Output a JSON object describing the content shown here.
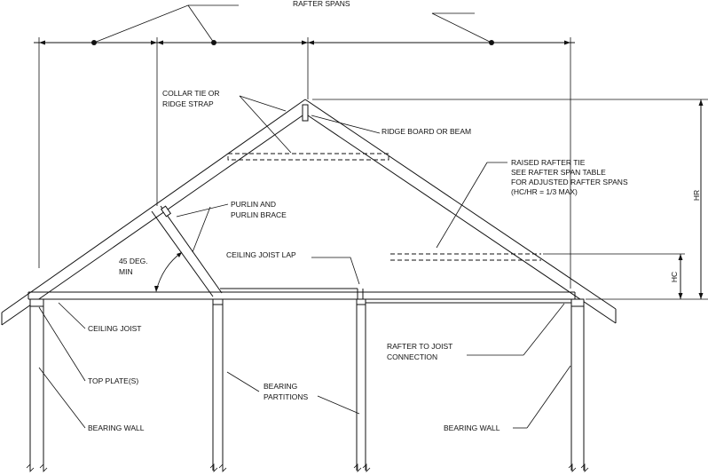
{
  "labels": {
    "rafter_spans": "RAFTER SPANS",
    "collar_tie_1": "COLLAR TIE OR",
    "collar_tie_2": "RIDGE STRAP",
    "ridge_board": "RIDGE BOARD OR BEAM",
    "raised_tie_1": "RAISED RAFTER TIE",
    "raised_tie_2": "SEE RAFTER SPAN TABLE",
    "raised_tie_3": "FOR ADJUSTED RAFTER SPANS",
    "raised_tie_4": "(HC/HR = 1/3 MAX)",
    "purlin_1": "PURLIN AND",
    "purlin_2": "PURLIN BRACE",
    "angle_1": "45 DEG.",
    "angle_2": "MIN",
    "lap": "CEILING JOIST LAP",
    "ceiling_joist": "CEILING JOIST",
    "top_plates": "TOP PLATE(S)",
    "bearing_wall_left": "BEARING WALL",
    "bearing_partitions_1": "BEARING",
    "bearing_partitions_2": "PARTITIONS",
    "rafter_joist_1": "RAFTER TO JOIST",
    "rafter_joist_2": "CONNECTION",
    "bearing_wall_right": "BEARING WALL",
    "hr": "HR",
    "hc": "HC"
  }
}
